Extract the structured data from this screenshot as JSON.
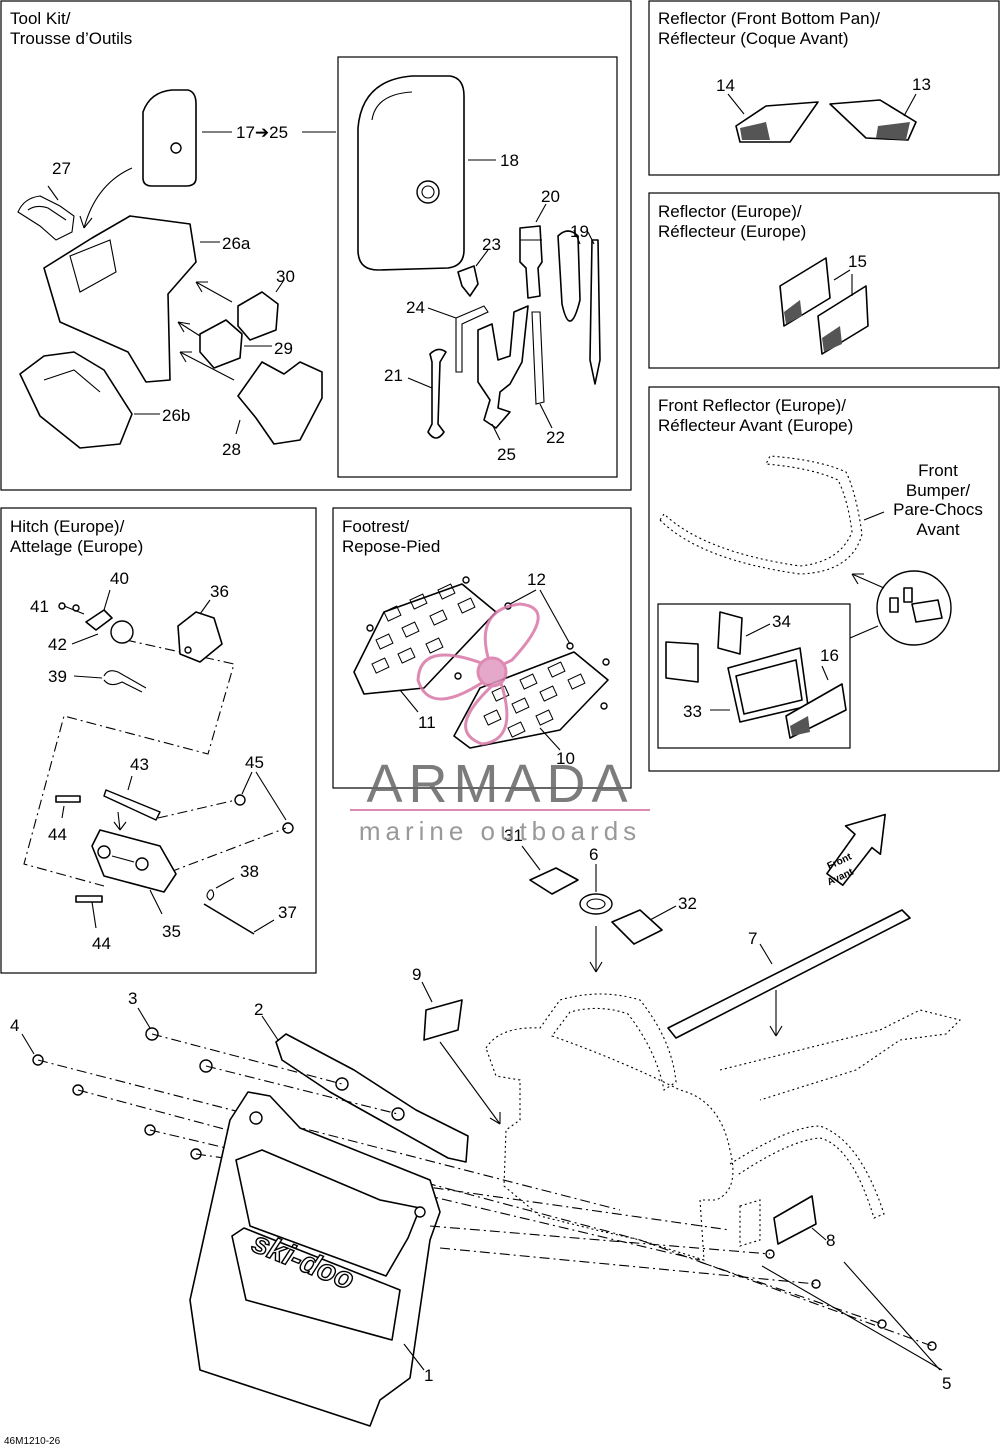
{
  "sections": {
    "tool_kit": {
      "title_line1": "Tool Kit/",
      "title_line2": "Trousse d’Outils"
    },
    "reflector_front_bottom_pan": {
      "title_line1": "Reflector (Front Bottom Pan)/",
      "title_line2": "Réflecteur (Coque Avant)"
    },
    "reflector_europe": {
      "title_line1": "Reflector (Europe)/",
      "title_line2": "Réflecteur (Europe)"
    },
    "front_reflector_europe": {
      "title_line1": "Front Reflector (Europe)/",
      "title_line2": "Réflecteur Avant (Europe)"
    },
    "hitch_europe": {
      "title_line1": "Hitch (Europe)/",
      "title_line2": "Attelage (Europe)"
    },
    "footrest": {
      "title_line1": "Footrest/",
      "title_line2": "Repose-Pied"
    }
  },
  "bumper_label": {
    "line1": "Front",
    "line2": "Bumper/",
    "line3": "Pare-Chocs",
    "line4": "Avant"
  },
  "front_arrow": {
    "line1": "Front",
    "line2": "Avant"
  },
  "callouts": {
    "c17_25": "17➔25",
    "c18": "18",
    "c19": "19",
    "c20": "20",
    "c21": "21",
    "c22": "22",
    "c23": "23",
    "c24": "24",
    "c25": "25",
    "c26a": "26a",
    "c26b": "26b",
    "c27": "27",
    "c28": "28",
    "c29": "29",
    "c30": "30",
    "c13": "13",
    "c14": "14",
    "c15": "15",
    "c16": "16",
    "c33": "33",
    "c34": "34",
    "c40": "40",
    "c41": "41",
    "c42": "42",
    "c36": "36",
    "c39": "39",
    "c43": "43",
    "c44a": "44",
    "c44b": "44",
    "c45": "45",
    "c38": "38",
    "c35": "35",
    "c37": "37",
    "c12": "12",
    "c11": "11",
    "c10": "10",
    "c31": "31",
    "c6": "6",
    "c32": "32",
    "c7": "7",
    "c9": "9",
    "c3": "3",
    "c2": "2",
    "c4": "4",
    "c8": "8",
    "c1": "1",
    "c5": "5"
  },
  "logo_text": "ski-doo",
  "watermark": {
    "brand": "ARMADA",
    "tagline": "marine outboards"
  },
  "figure_code": "46M1210-26"
}
